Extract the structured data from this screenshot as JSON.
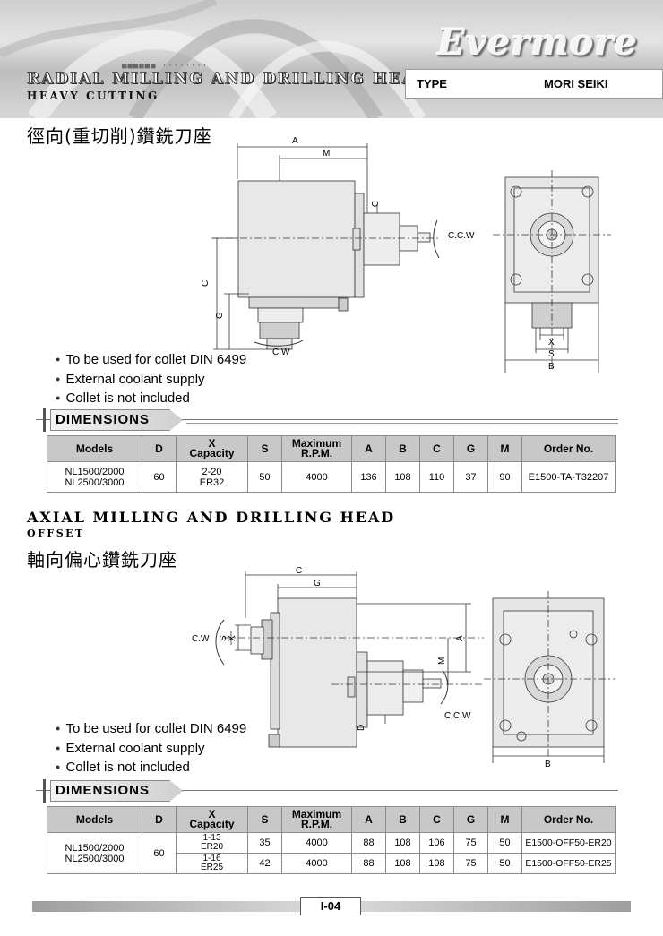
{
  "header": {
    "brand": "Evermore",
    "title": "RADIAL MILLING AND DRILLING HEAD",
    "subtitle": "HEAVY CUTTING",
    "type_label": "TYPE",
    "type_value": "MORI SEIKI"
  },
  "section1": {
    "chinese_title": "徑向(重切削)鑽銑刀座",
    "drawing_labels": {
      "a": "A",
      "m": "M",
      "d": "D",
      "c": "C",
      "g": "G",
      "ccw": "C.C.W",
      "cw": "C.W",
      "x": "X",
      "s": "S",
      "b": "B"
    },
    "bullets": [
      "To be used for collet DIN 6499",
      "External coolant supply",
      "Collet is not included"
    ],
    "dim_label": "DIMENSIONS",
    "table": {
      "headers": {
        "models": "Models",
        "d": "D",
        "x1": "X",
        "x2": "Capacity",
        "s": "S",
        "rpm1": "Maximum",
        "rpm2": "R.P.M.",
        "a": "A",
        "b": "B",
        "c": "C",
        "g": "G",
        "m": "M",
        "order": "Order No."
      },
      "row": {
        "model1": "NL1500/2000",
        "model2": "NL2500/3000",
        "d": "60",
        "x1": "2-20",
        "x2": "ER32",
        "s": "50",
        "rpm": "4000",
        "a": "136",
        "b": "108",
        "c": "110",
        "g": "37",
        "m": "90",
        "order": "E1500-TA-T32207"
      }
    }
  },
  "section2": {
    "title": "AXIAL MILLING AND DRILLING HEAD",
    "subtitle": "OFFSET",
    "chinese_title": "軸向偏心鑽銑刀座",
    "drawing_labels": {
      "c": "C",
      "g": "G",
      "cw": "C.W",
      "s": "S",
      "x": "X",
      "a": "A",
      "m": "M",
      "d": "D",
      "ccw": "C.C.W",
      "b": "B"
    },
    "bullets": [
      "To be used for collet DIN 6499",
      "External coolant supply",
      "Collet is not included"
    ],
    "dim_label": "DIMENSIONS",
    "table": {
      "headers": {
        "models": "Models",
        "d": "D",
        "x1": "X",
        "x2": "Capacity",
        "s": "S",
        "rpm1": "Maximum",
        "rpm2": "R.P.M.",
        "a": "A",
        "b": "B",
        "c": "C",
        "g": "G",
        "m": "M",
        "order": "Order No."
      },
      "model1": "NL1500/2000",
      "model2": "NL2500/3000",
      "d": "60",
      "rows": [
        {
          "x1": "1-13",
          "x2": "ER20",
          "s": "35",
          "rpm": "4000",
          "a": "88",
          "b": "108",
          "c": "106",
          "g": "75",
          "m": "50",
          "order": "E1500-OFF50-ER20"
        },
        {
          "x1": "1-16",
          "x2": "ER25",
          "s": "42",
          "rpm": "4000",
          "a": "88",
          "b": "108",
          "c": "108",
          "g": "75",
          "m": "50",
          "order": "E1500-OFF50-ER25"
        }
      ]
    }
  },
  "footer": {
    "page": "I-04"
  }
}
